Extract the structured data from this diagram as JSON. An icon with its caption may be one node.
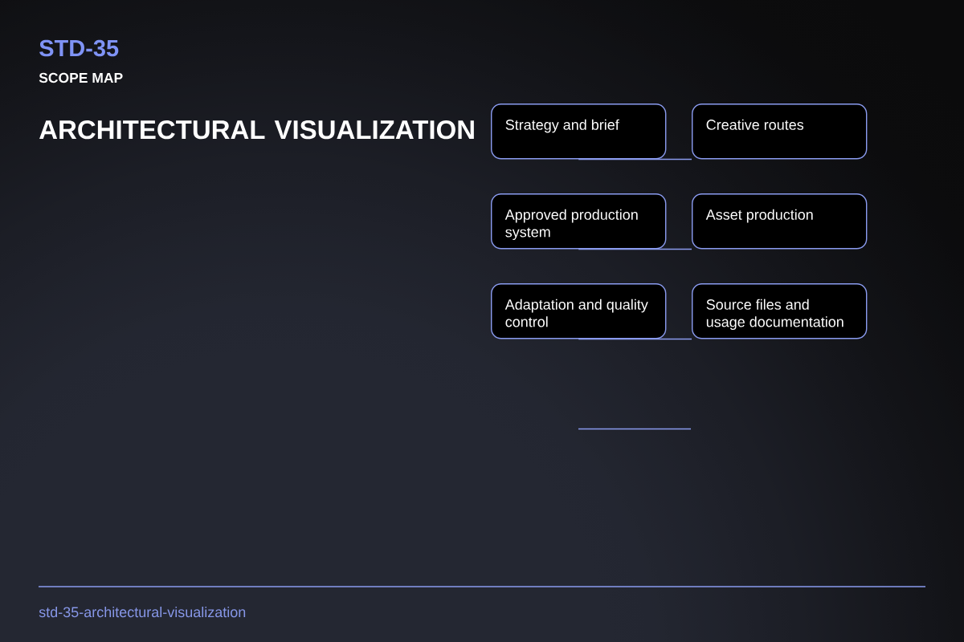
{
  "diagram": {
    "title": "ARCHITECTURAL VISUALIZATION",
    "nodes": [
      {
        "text": [
          "Strategy and brief"
        ]
      },
      {
        "text": [
          "Creative routes"
        ]
      },
      {
        "text": [
          "Approved production system"
        ]
      },
      {
        "text": [
          "Asset production"
        ]
      },
      {
        "text": [
          "Adaptation and quality control"
        ]
      },
      {
        "text": [
          "Source files and usage documentation"
        ]
      }
    ],
    "edges": [
      {
        "from": 0,
        "to": 1,
        "arrow": "none"
      },
      {
        "from": 2,
        "to": 3,
        "arrow": "none"
      },
      {
        "from": 4,
        "to": 5,
        "arrow": "none"
      }
    ],
    "labels": [
      "STD-35",
      "SCOPE MAP",
      "std-35-architectural-visualization"
    ]
  }
}
